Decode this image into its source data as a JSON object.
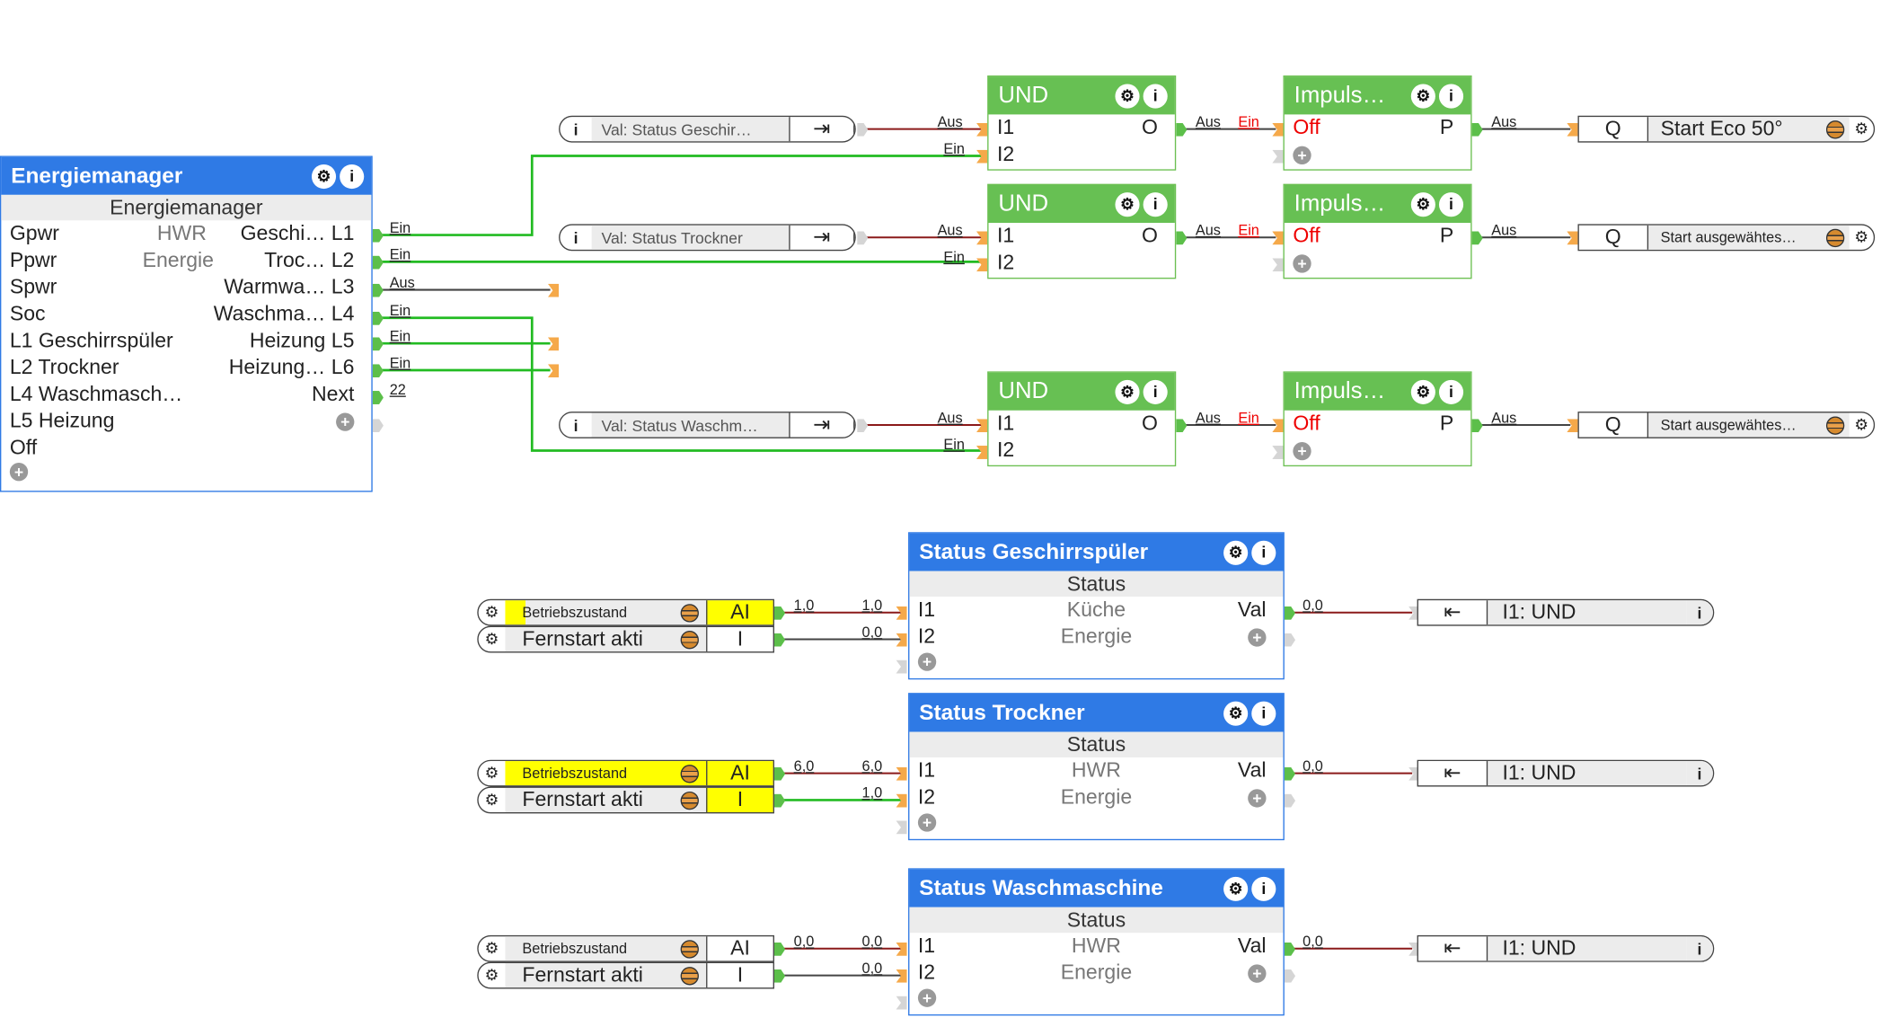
{
  "energiemanager": {
    "title": "Energiemanager",
    "subtitle": "Energiemanager",
    "inputs": [
      "Gpwr",
      "Ppwr",
      "Spwr",
      "Soc",
      "L1 Geschirrspüler",
      "L2 Trockner",
      "L4 Waschmasch…",
      "L5 Heizung",
      "Off"
    ],
    "mid_labels": [
      "HWR",
      "Energie"
    ],
    "outputs": [
      "Geschi… L1",
      "Troc… L2",
      "Warmwa… L3",
      "Waschma… L4",
      "Heizung L5",
      "Heizung… L6",
      "Next"
    ],
    "output_values": [
      "Ein",
      "Ein",
      "Aus",
      "Ein",
      "Ein",
      "Ein",
      "22"
    ]
  },
  "val_refs": [
    {
      "label": "Val: Status Geschir…"
    },
    {
      "label": "Val: Status Trockner"
    },
    {
      "label": "Val: Status Waschm…"
    }
  ],
  "und_blocks": [
    {
      "title": "UND",
      "in1": "I1",
      "in2": "I2",
      "out": "O",
      "in1_val": "Aus",
      "in2_val": "Ein",
      "out_val": "Aus"
    },
    {
      "title": "UND",
      "in1": "I1",
      "in2": "I2",
      "out": "O",
      "in1_val": "Aus",
      "in2_val": "Ein",
      "out_val": "Aus"
    },
    {
      "title": "UND",
      "in1": "I1",
      "in2": "I2",
      "out": "O",
      "in1_val": "Aus",
      "in2_val": "Ein",
      "out_val": "Aus"
    }
  ],
  "impulse_blocks": [
    {
      "title": "Impuls…",
      "in": "Off",
      "in_val": "Ein",
      "out": "P",
      "out_val": "Aus"
    },
    {
      "title": "Impuls…",
      "in": "Off",
      "in_val": "Ein",
      "out": "P",
      "out_val": "Aus"
    },
    {
      "title": "Impuls…",
      "in": "Off",
      "in_val": "Ein",
      "out": "P",
      "out_val": "Aus"
    }
  ],
  "outputs_q": [
    {
      "type": "Q",
      "label": "Start Eco 50°"
    },
    {
      "type": "Q",
      "label": "Start ausgewähtes…"
    },
    {
      "type": "Q",
      "label": "Start ausgewähtes…"
    }
  ],
  "status_blocks": [
    {
      "title": "Status Geschirrspüler",
      "subtitle": "Status",
      "room": "Küche",
      "category": "Energie",
      "in1": "I1",
      "in2": "I2",
      "out": "Val",
      "src1": {
        "label": "Betriebszustand",
        "type": "AI",
        "value": "1,0",
        "highlight_type": true
      },
      "src2": {
        "label": "Fernstart akti",
        "type": "I",
        "value": "0,0",
        "highlight_type": false
      },
      "out_val": "0,0",
      "target": "I1: UND"
    },
    {
      "title": "Status Trockner",
      "subtitle": "Status",
      "room": "HWR",
      "category": "Energie",
      "in1": "I1",
      "in2": "I2",
      "out": "Val",
      "src1": {
        "label": "Betriebszustand",
        "type": "AI",
        "value": "6,0",
        "highlight_type": true
      },
      "src2": {
        "label": "Fernstart akti",
        "type": "I",
        "value": "1,0",
        "highlight_type": true
      },
      "out_val": "0,0",
      "target": "I1: UND"
    },
    {
      "title": "Status Waschmaschine",
      "subtitle": "Status",
      "room": "HWR",
      "category": "Energie",
      "in1": "I1",
      "in2": "I2",
      "out": "Val",
      "src1": {
        "label": "Betriebszustand",
        "type": "AI",
        "value": "0,0",
        "highlight_type": false
      },
      "src2": {
        "label": "Fernstart akti",
        "type": "I",
        "value": "0,0",
        "highlight_type": false
      },
      "out_val": "0,0",
      "target": "I1: UND"
    }
  ],
  "colors": {
    "block_blue": "#2f7ae5",
    "block_green": "#67c053",
    "wire_true": "#22bb22",
    "wire_value": "#8b1a1a",
    "wire_false": "#444444",
    "port_in": "#f5a94a",
    "port_out": "#5cbf4a",
    "highlight": "#ffff00"
  }
}
